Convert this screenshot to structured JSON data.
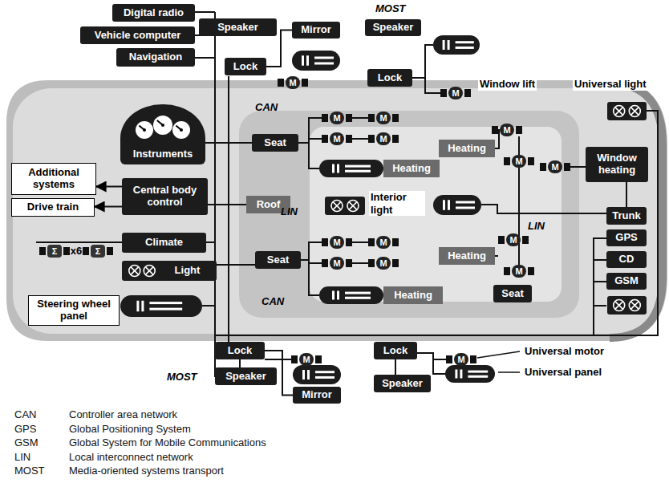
{
  "diagram": {
    "nodes": [
      {
        "text": [
          "Digital radio"
        ]
      },
      {
        "text": [
          "Speaker"
        ]
      },
      {
        "text": [
          "Speaker"
        ]
      },
      {
        "text": [
          "Mirror"
        ]
      },
      {
        "text": [
          "Vehicle computer"
        ]
      },
      {
        "text": [
          "Navigation"
        ]
      },
      {
        "text": [
          "Lock"
        ]
      },
      {
        "text": [
          "Lock"
        ]
      },
      {
        "text": [
          "Instruments"
        ]
      },
      {
        "text": [
          "Seat"
        ]
      },
      {
        "text": [
          "Heating"
        ]
      },
      {
        "text": [
          "Window heating"
        ]
      },
      {
        "text": [
          "Heating"
        ]
      },
      {
        "text": [
          "Additional systems"
        ]
      },
      {
        "text": [
          "Central body control"
        ]
      },
      {
        "text": [
          "Roof"
        ]
      },
      {
        "text": [
          "Drive train"
        ]
      },
      {
        "text": [
          "Trunk"
        ]
      },
      {
        "text": [
          "GPS"
        ]
      },
      {
        "text": [
          "Climate"
        ]
      },
      {
        "text": [
          "Seat"
        ]
      },
      {
        "text": [
          "Heating"
        ]
      },
      {
        "text": [
          "CD"
        ]
      },
      {
        "text": [
          "Light"
        ]
      },
      {
        "text": [
          "GSM"
        ]
      },
      {
        "text": [
          "Heating"
        ]
      },
      {
        "text": [
          "Seat"
        ]
      },
      {
        "text": [
          "Steering wheel panel"
        ]
      },
      {
        "text": [
          "Lock"
        ]
      },
      {
        "text": [
          "Lock"
        ]
      },
      {
        "text": [
          "Speaker"
        ]
      },
      {
        "text": [
          "Speaker"
        ]
      },
      {
        "text": [
          "Mirror"
        ]
      }
    ],
    "edges": [
      {
        "from": 14,
        "to": 13,
        "arrow": "to"
      },
      {
        "from": 14,
        "to": 16,
        "arrow": "to"
      },
      {
        "from": 6,
        "to": 3,
        "arrow": "none"
      },
      {
        "from": 8,
        "to": 9,
        "arrow": "none"
      },
      {
        "from": 23,
        "to": 20,
        "arrow": "none"
      },
      {
        "from": 14,
        "to": 15,
        "arrow": "none"
      },
      {
        "from": 11,
        "to": 17,
        "arrow": "none"
      },
      {
        "from": 28,
        "to": 32,
        "arrow": "none"
      },
      {
        "from": 29,
        "to": 31,
        "arrow": "none"
      },
      {
        "from": 28,
        "to": 30,
        "arrow": "none"
      }
    ],
    "labels": [
      "MOST",
      "Window lift",
      "Universal light",
      "CAN",
      "Interior light",
      "LIN",
      "LIN",
      "CAN",
      "Universal motor",
      "Universal panel",
      "MOST",
      "M",
      "M",
      "M",
      "M",
      "M",
      "M",
      "M",
      "M",
      "M",
      "M",
      "M",
      "M",
      "M",
      "M",
      "M",
      "M",
      "M",
      "Σ",
      "x6",
      "Σ",
      "CAN",
      "Controller area network",
      "GPS",
      "Global Positioning System",
      "GSM",
      "Global System for Mobile Communications",
      "LIN",
      "Local interconnect network",
      "MOST",
      "Media-oriented systems transport"
    ]
  }
}
